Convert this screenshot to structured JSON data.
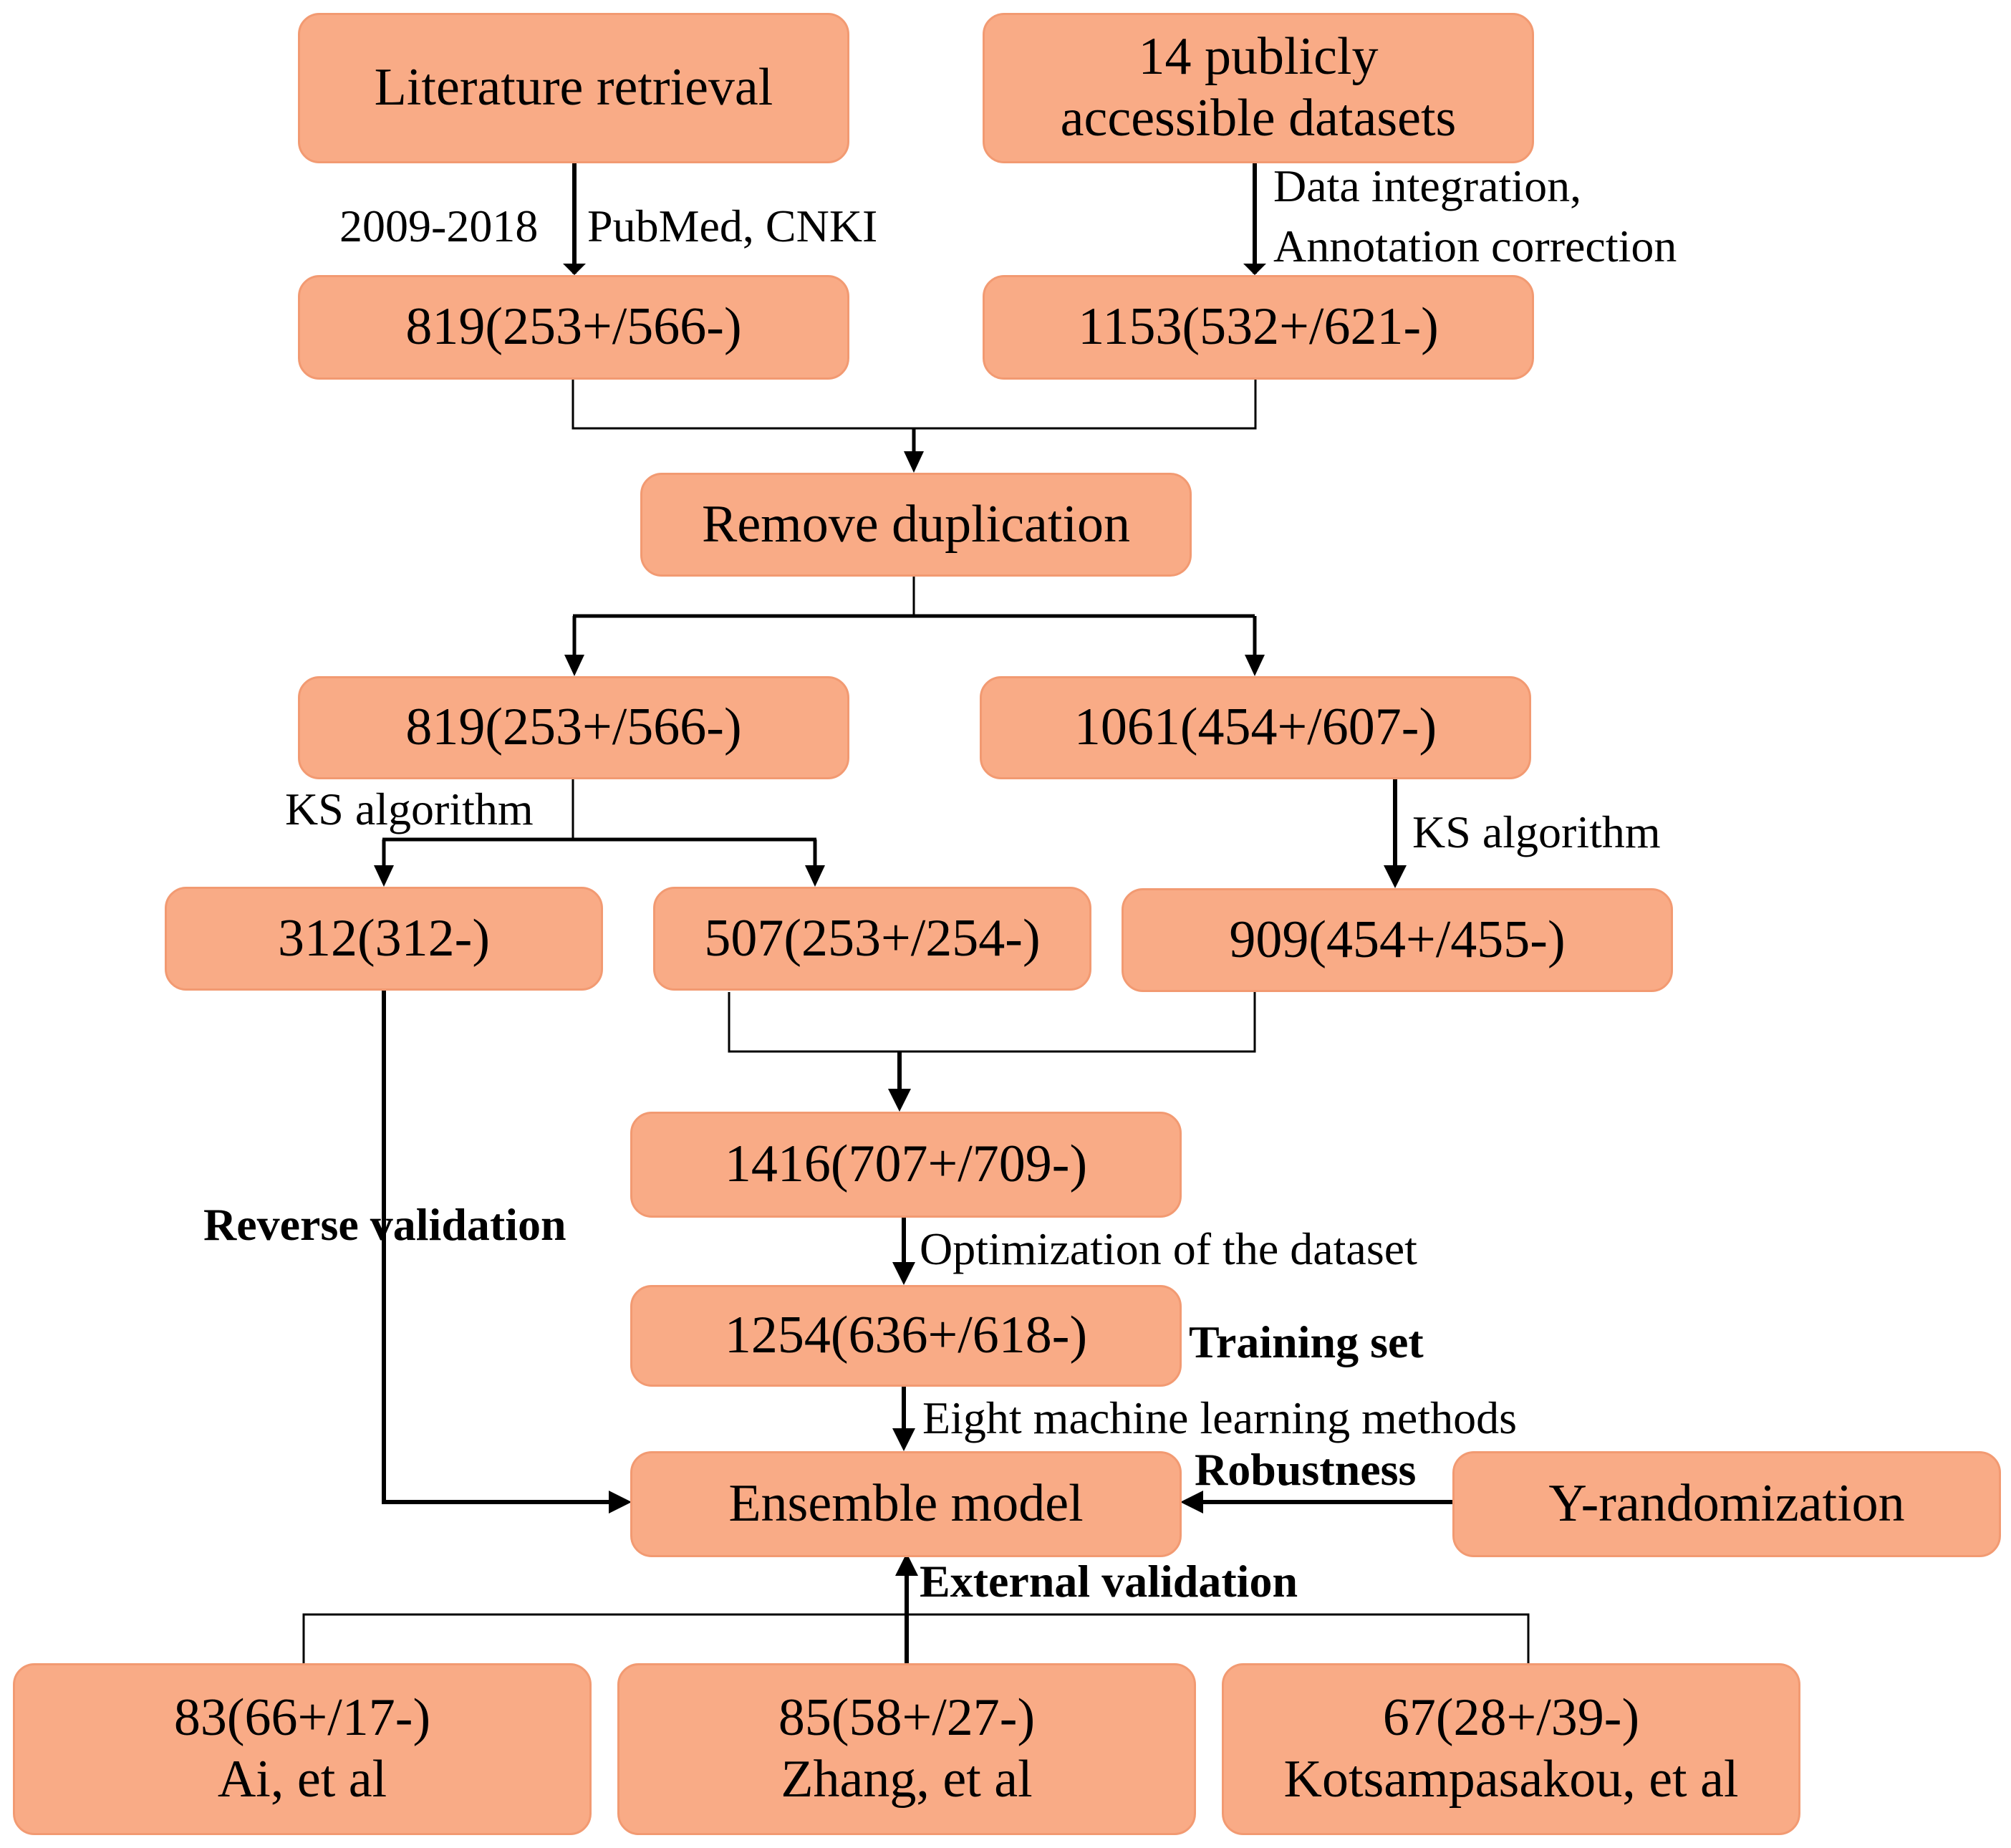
{
  "boxes": {
    "literature": "Literature retrieval",
    "datasets_line1": "14 publicly",
    "datasets_line2": "accessible datasets",
    "lit_count": "819(253+/566-)",
    "data_count": "1153(532+/621-)",
    "remove_dup": "Remove duplication",
    "lit_count2": "819(253+/566-)",
    "data_count2": "1061(454+/607-)",
    "neg_only": "312(312-)",
    "lit_split": "507(253+/254-)",
    "data_split": "909(454+/455-)",
    "merged": "1416(707+/709-)",
    "training": "1254(636+/618-)",
    "ensemble": "Ensemble model",
    "yrandom": "Y-randomization",
    "ext1_count": "83(66+/17-)",
    "ext1_name": "Ai, et al",
    "ext2_count": "85(58+/27-)",
    "ext2_name": "Zhang, et al",
    "ext3_count": "67(28+/39-)",
    "ext3_name": "Kotsampasakou, et al"
  },
  "labels": {
    "years": "2009-2018",
    "databases": "PubMed, CNKI",
    "integration_line1": "Data integration,",
    "integration_line2": "Annotation correction",
    "ks_left": "KS algorithm",
    "ks_right": "KS algorithm",
    "reverse_validation": "Reverse validation",
    "optimization": "Optimization of the dataset",
    "training_set": "Training set",
    "ml_methods": "Eight machine learning methods",
    "robustness": "Robustness",
    "external_validation": "External validation"
  },
  "colors": {
    "box_fill": "#f9ab86",
    "box_border": "#f29a72",
    "line": "#000000"
  }
}
